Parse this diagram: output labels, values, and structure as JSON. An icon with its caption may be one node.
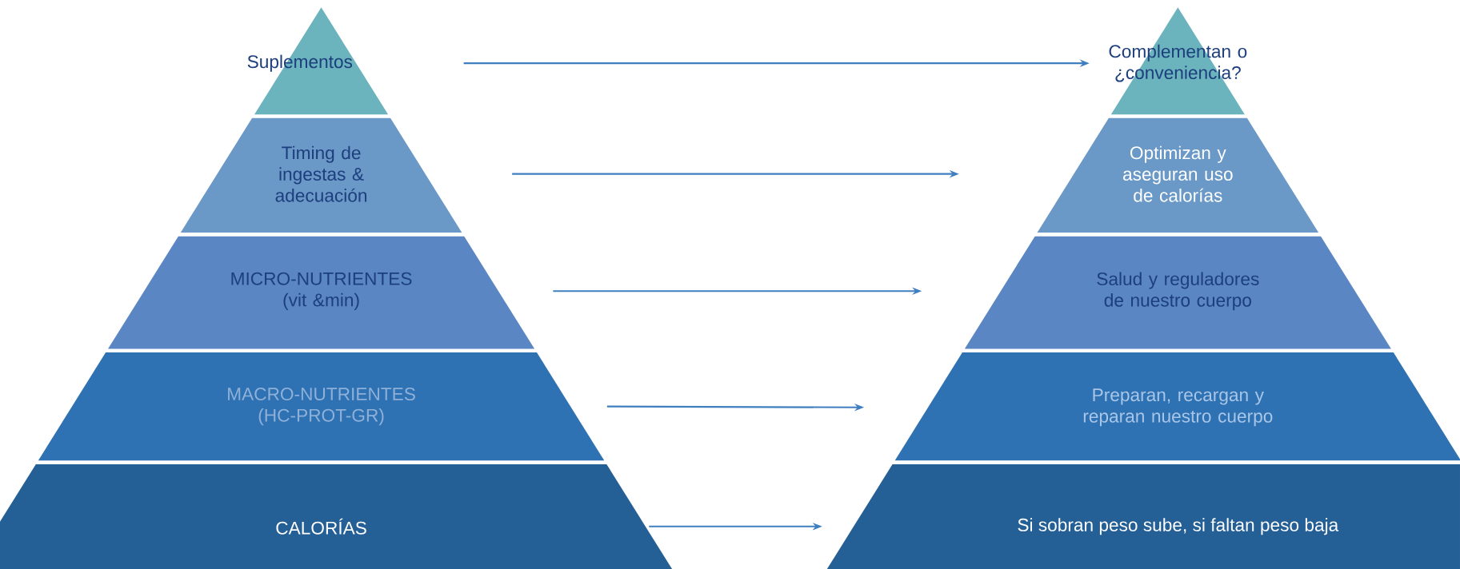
{
  "diagram": {
    "nodes": [
      {
        "text": [
          "Suplementos"
        ]
      },
      {
        "text": [
          "Timing de ingestas & adecuación"
        ]
      },
      {
        "text": [
          "MICRO-NUTRIENTES (vit &min)"
        ]
      },
      {
        "text": [
          "MACRO-NUTRIENTES (HC-PROT-GR)"
        ]
      },
      {
        "text": [
          "CALORÍAS"
        ]
      },
      {
        "text": [
          "Complementan o ¿conveniencia?"
        ]
      },
      {
        "text": [
          "Optimizan y aseguran uso de calorías"
        ]
      },
      {
        "text": [
          "Salud y reguladores de nuestro cuerpo"
        ]
      },
      {
        "text": [
          "Preparan, recargan y reparan nuestro cuerpo"
        ]
      },
      {
        "text": [
          "Si sobran peso sube, si faltan peso baja"
        ]
      }
    ],
    "edges": [
      {
        "from": 0,
        "to": 5,
        "arrow": "to"
      },
      {
        "from": 1,
        "to": 6,
        "arrow": "to"
      },
      {
        "from": 2,
        "to": 7,
        "arrow": "to"
      },
      {
        "from": 3,
        "to": 8,
        "arrow": "to"
      },
      {
        "from": 4,
        "to": 9,
        "arrow": "to"
      }
    ]
  }
}
